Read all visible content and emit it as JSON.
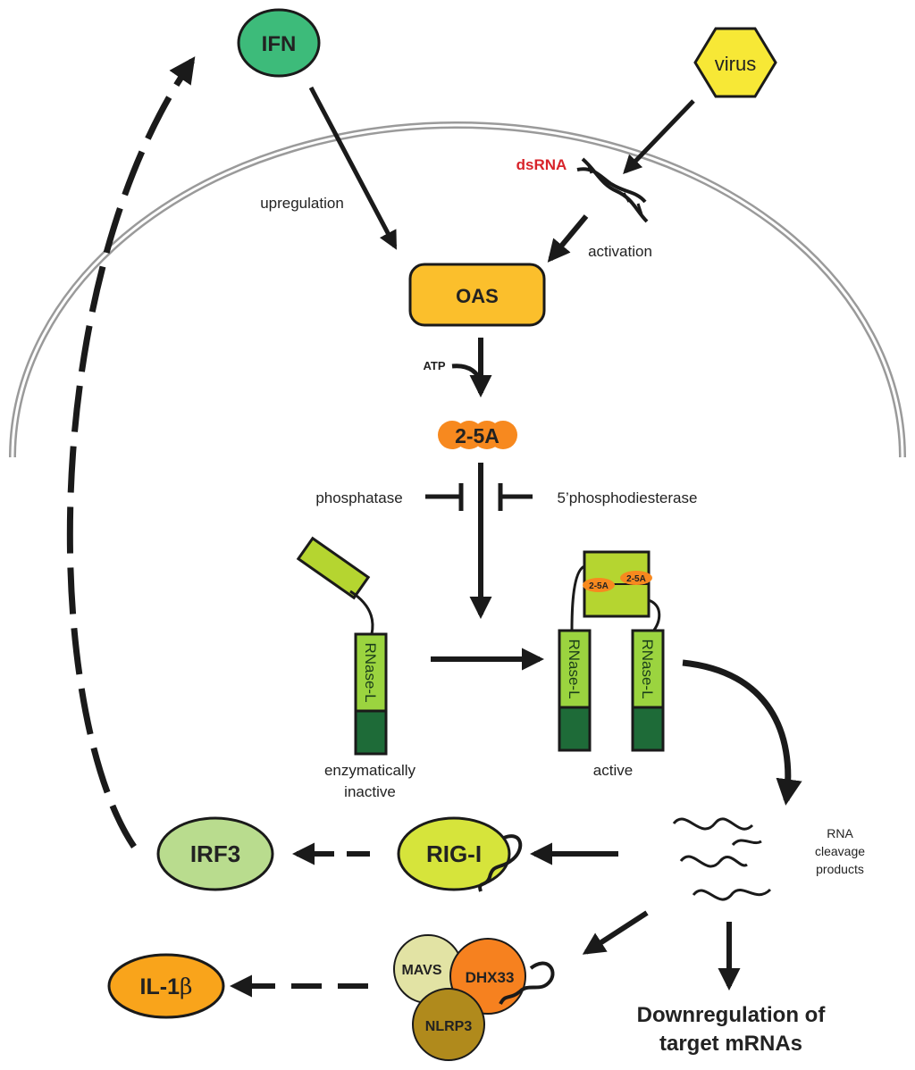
{
  "nodes": {
    "ifn": "IFN",
    "virus": "virus",
    "dsrna": "dsRNA",
    "oas": "OAS",
    "atp": "ATP",
    "two_five_a": "2-5A",
    "two_five_a_small": "2-5A",
    "rnase_l": "RNase-L",
    "irf3": "IRF3",
    "rig_i": "RIG-I",
    "mavs": "MAVS",
    "dhx33": "DHX33",
    "nlrp3": "NLRP3",
    "il1b_prefix": "IL-1",
    "il1b_symbol": "β"
  },
  "labels": {
    "upregulation": "upregulation",
    "activation": "activation",
    "phosphatase": "phosphatase",
    "phosphodiesterase": "5’phosphodiesterase",
    "inactive_line1": "enzymatically",
    "inactive_line2": "inactive",
    "active": "active",
    "rna_line1": "RNA",
    "rna_line2": "cleavage",
    "rna_line3": "products",
    "downreg_line1": "Downregulation of",
    "downreg_line2": "target mRNAs"
  },
  "colors": {
    "ifn_fill": "#3dbb7a",
    "virus_fill": "#f7e836",
    "oas_fill": "#fbbf2c",
    "two_five_a_fill": "#f7891f",
    "rnase_light": "#9bd43f",
    "rnase_dark": "#1e6b38",
    "rnase_head": "#b5d530",
    "irf3_fill": "#b9dc8e",
    "rigi_fill": "#d6e43b",
    "mavs_fill": "#e2e3a4",
    "dhx33_fill": "#f6811f",
    "nlrp3_fill": "#b08a1c",
    "il1b_fill": "#f9a41b",
    "dsrna_text": "#d8232a",
    "membrane": "#9a9a9a",
    "arrow": "#1a1a1a"
  }
}
